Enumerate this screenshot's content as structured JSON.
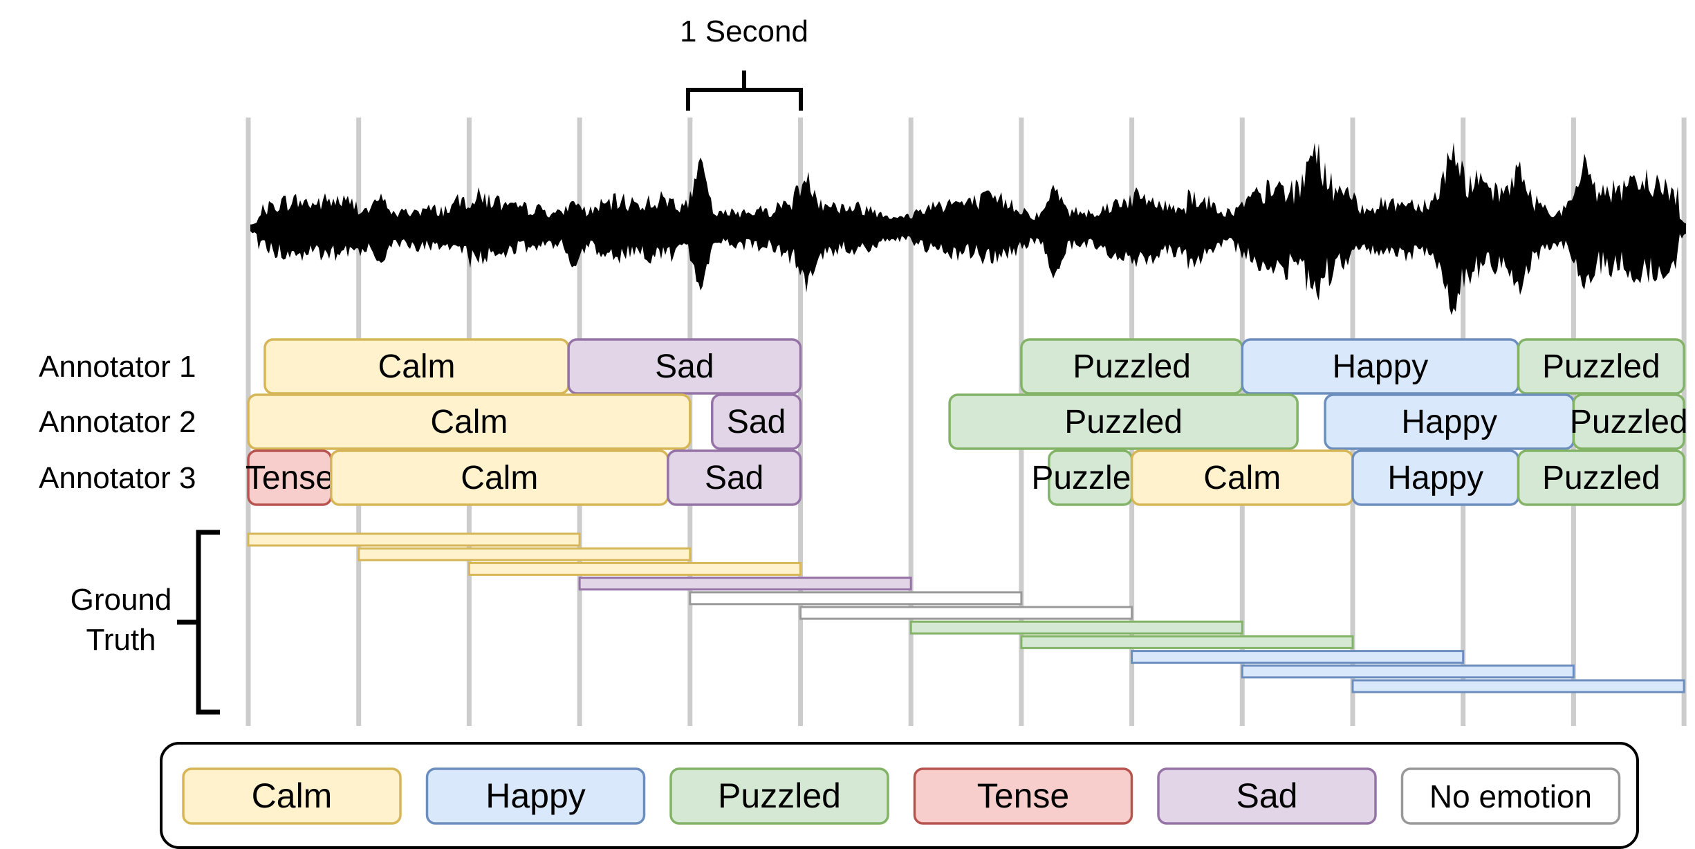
{
  "scale_bar": {
    "label": "1 Second"
  },
  "rows": [
    {
      "label": "Annotator 1",
      "segments": [
        {
          "emotion": "calm",
          "label": "Calm",
          "start": 0.15,
          "end": 2.9
        },
        {
          "emotion": "sad",
          "label": "Sad",
          "start": 2.9,
          "end": 5.0
        },
        {
          "emotion": "puzzled",
          "label": "Puzzled",
          "start": 7.0,
          "end": 9.0
        },
        {
          "emotion": "happy",
          "label": "Happy",
          "start": 9.0,
          "end": 11.5
        },
        {
          "emotion": "puzzled",
          "label": "Puzzled",
          "start": 11.5,
          "end": 13.0
        }
      ]
    },
    {
      "label": "Annotator 2",
      "segments": [
        {
          "emotion": "calm",
          "label": "Calm",
          "start": 0.0,
          "end": 4.0
        },
        {
          "emotion": "sad",
          "label": "Sad",
          "start": 4.2,
          "end": 5.0
        },
        {
          "emotion": "puzzled",
          "label": "Puzzled",
          "start": 6.35,
          "end": 9.5
        },
        {
          "emotion": "happy",
          "label": "Happy",
          "start": 9.75,
          "end": 12.0
        },
        {
          "emotion": "puzzled",
          "label": "Puzzled",
          "start": 12.0,
          "end": 13.0
        }
      ]
    },
    {
      "label": "Annotator 3",
      "segments": [
        {
          "emotion": "tense",
          "label": "Tense",
          "start": 0.0,
          "end": 0.75
        },
        {
          "emotion": "calm",
          "label": "Calm",
          "start": 0.75,
          "end": 3.8
        },
        {
          "emotion": "sad",
          "label": "Sad",
          "start": 3.8,
          "end": 5.0
        },
        {
          "emotion": "puzzled",
          "label": "Puzzled",
          "start": 7.25,
          "end": 8.0
        },
        {
          "emotion": "calm",
          "label": "Calm",
          "start": 8.0,
          "end": 10.0
        },
        {
          "emotion": "happy",
          "label": "Happy",
          "start": 10.0,
          "end": 11.5
        },
        {
          "emotion": "puzzled",
          "label": "Puzzled",
          "start": 11.5,
          "end": 13.0
        }
      ]
    }
  ],
  "ground_truth": {
    "label_line1": "Ground",
    "label_line2": "Truth",
    "windows": [
      {
        "emotion": "calm",
        "start": 0,
        "end": 3
      },
      {
        "emotion": "calm",
        "start": 1,
        "end": 4
      },
      {
        "emotion": "calm",
        "start": 2,
        "end": 5
      },
      {
        "emotion": "sad",
        "start": 3,
        "end": 6
      },
      {
        "emotion": "none",
        "start": 4,
        "end": 7
      },
      {
        "emotion": "none",
        "start": 5,
        "end": 8
      },
      {
        "emotion": "puzzled",
        "start": 6,
        "end": 9
      },
      {
        "emotion": "puzzled",
        "start": 7,
        "end": 10
      },
      {
        "emotion": "happy",
        "start": 8,
        "end": 11
      },
      {
        "emotion": "happy",
        "start": 9,
        "end": 12
      },
      {
        "emotion": "happy",
        "start": 10,
        "end": 13
      }
    ]
  },
  "legend": [
    {
      "emotion": "calm",
      "label": "Calm"
    },
    {
      "emotion": "happy",
      "label": "Happy"
    },
    {
      "emotion": "puzzled",
      "label": "Puzzled"
    },
    {
      "emotion": "tense",
      "label": "Tense"
    },
    {
      "emotion": "sad",
      "label": "Sad"
    },
    {
      "emotion": "none",
      "label": "No emotion"
    }
  ],
  "colors": {
    "calm": {
      "fill": "#fff2cc",
      "stroke": "#d6b656"
    },
    "happy": {
      "fill": "#dae8fc",
      "stroke": "#6c8ebf"
    },
    "puzzled": {
      "fill": "#d5e8d4",
      "stroke": "#82b366"
    },
    "tense": {
      "fill": "#f8cecc",
      "stroke": "#b85450"
    },
    "sad": {
      "fill": "#e1d5e7",
      "stroke": "#9673a6"
    },
    "none": {
      "fill": "#ffffff",
      "stroke": "#999999"
    },
    "gridline": "#cccccc",
    "waveform": "#000000"
  }
}
